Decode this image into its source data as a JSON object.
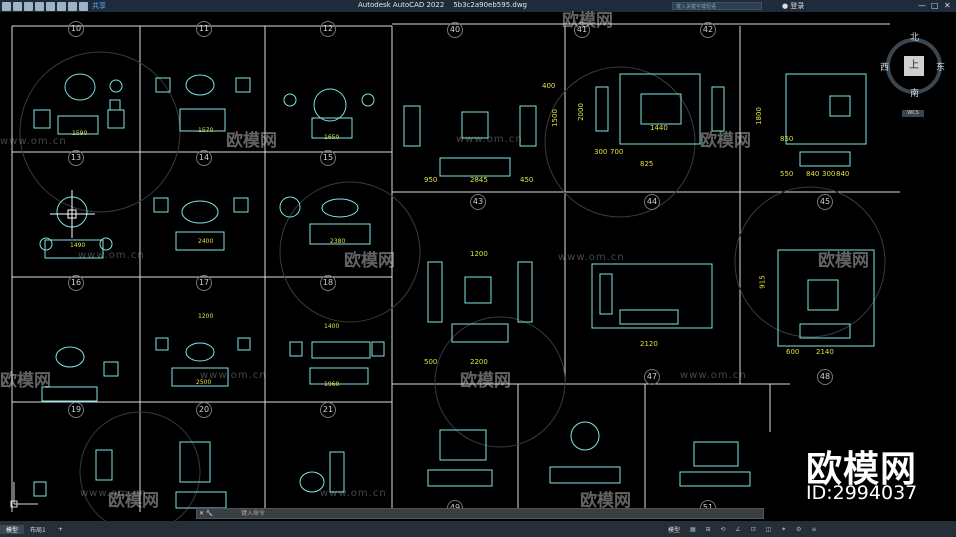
{
  "app": {
    "title": "Autodesk AutoCAD 2022",
    "filename": "5b3c2a90eb595.dwg",
    "share_label": "共享",
    "search_placeholder": "键入关键字或短语",
    "login_label": "登录"
  },
  "cells": {
    "row1": [
      "10",
      "11",
      "12"
    ],
    "row2": [
      "13",
      "14",
      "15"
    ],
    "row3": [
      "16",
      "17",
      "18"
    ],
    "row4": [
      "19",
      "20",
      "21"
    ],
    "right_top": [
      "40",
      "41",
      "42"
    ],
    "right_mid": [
      "43",
      "44",
      "45"
    ],
    "right_low": [
      "47",
      "48"
    ],
    "right_bottom": [
      "49",
      "51"
    ]
  },
  "dims": {
    "d1590": "1590",
    "d1570": "1570",
    "d1650": "1650",
    "d1490": "1490",
    "d2400": "2400",
    "d2380": "2380",
    "d1200": "1200",
    "d2500": "2500",
    "d1960": "1960",
    "d1400": "1400",
    "d2845": "2845",
    "d950": "950",
    "d450": "450",
    "d400": "400",
    "d1500": "1500",
    "d2000": "2000",
    "d1440": "1440",
    "d300": "300",
    "d700": "700",
    "d825": "825",
    "d1800": "1800",
    "d850": "850",
    "d550": "550",
    "d840a": "840",
    "d300b": "300",
    "d840b": "840",
    "d2200": "2200",
    "d500": "500",
    "d2120": "2120",
    "d2140": "2140",
    "d600": "600",
    "d915": "915",
    "d1200b": "1200"
  },
  "watermark": {
    "url": "www.om.cn",
    "logo": "欧模网",
    "big_logo": "欧模网",
    "id": "ID:2994037"
  },
  "compass": {
    "north": "北",
    "south": "南",
    "west": "西",
    "east": "东",
    "top": "上",
    "wcs": "WCS"
  },
  "command": {
    "placeholder": "键入命令"
  },
  "status": {
    "tab_model": "模型",
    "tab_layout": "布局1",
    "add": "+",
    "model_right": "模型"
  }
}
